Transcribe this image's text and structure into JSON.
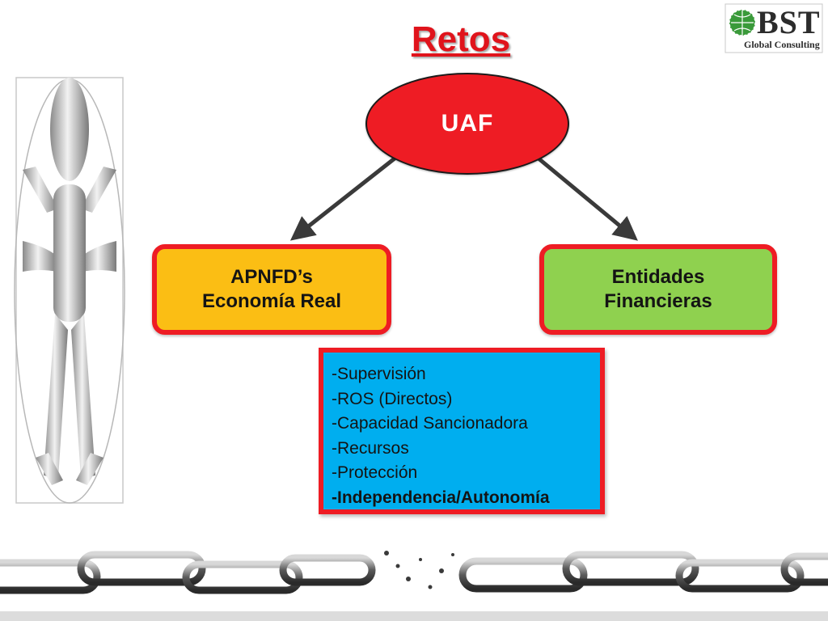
{
  "slide": {
    "title": "Retos"
  },
  "logo": {
    "main_text": "BST",
    "sub_text": "Global Consulting"
  },
  "diagram": {
    "root": "UAF",
    "left_node": {
      "line1": "APNFD’s",
      "line2": "Economía Real"
    },
    "right_node": {
      "line1": "Entidades",
      "line2": "Financieras"
    },
    "challenges": [
      "-Supervisión",
      "-ROS (Directos)",
      "-Capacidad Sancionadora",
      "-Recursos",
      "-Protección",
      "-Independencia/Autonomía"
    ]
  },
  "colors": {
    "title": "#e0141c",
    "root_fill": "#ee1c24",
    "node_border": "#ee1c24",
    "left_fill": "#fbbe14",
    "right_fill": "#8fd14f",
    "list_fill": "#00aeef"
  },
  "icons": {
    "figure": "stretched-person-figure",
    "logo": "globe-logo-icon",
    "decoration": "broken-chain-icon"
  }
}
